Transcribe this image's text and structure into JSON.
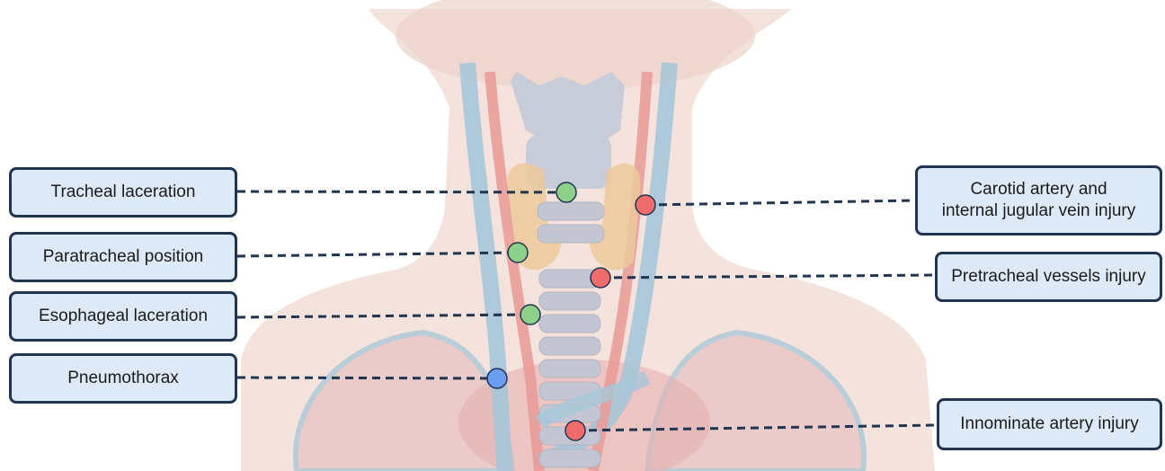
{
  "labels": {
    "tracheal_laceration": "Tracheal laceration",
    "paratracheal_position": "Paratracheal position",
    "esophageal_laceration": "Esophageal laceration",
    "pneumothorax": "Pneumothorax",
    "carotid_line1": "Carotid artery and",
    "carotid_line2": "internal jugular vein injury",
    "pretracheal_vessels": "Pretracheal vessels injury",
    "innominate_artery": "Innominate artery injury"
  },
  "colors": {
    "green_marker": "#8dd08a",
    "red_marker": "#f06b6b",
    "blue_marker": "#6b9cf0",
    "box_fill": "#dde9f6",
    "box_border": "#1f3550",
    "leader_line": "#1f3550"
  },
  "markers": [
    {
      "name": "tracheal-laceration-marker",
      "category": "green"
    },
    {
      "name": "paratracheal-position-marker",
      "category": "green"
    },
    {
      "name": "esophageal-laceration-marker",
      "category": "green"
    },
    {
      "name": "pneumothorax-marker",
      "category": "blue"
    },
    {
      "name": "carotid-jugular-injury-marker",
      "category": "red"
    },
    {
      "name": "pretracheal-vessels-injury-marker",
      "category": "red"
    },
    {
      "name": "innominate-artery-injury-marker",
      "category": "red"
    }
  ]
}
